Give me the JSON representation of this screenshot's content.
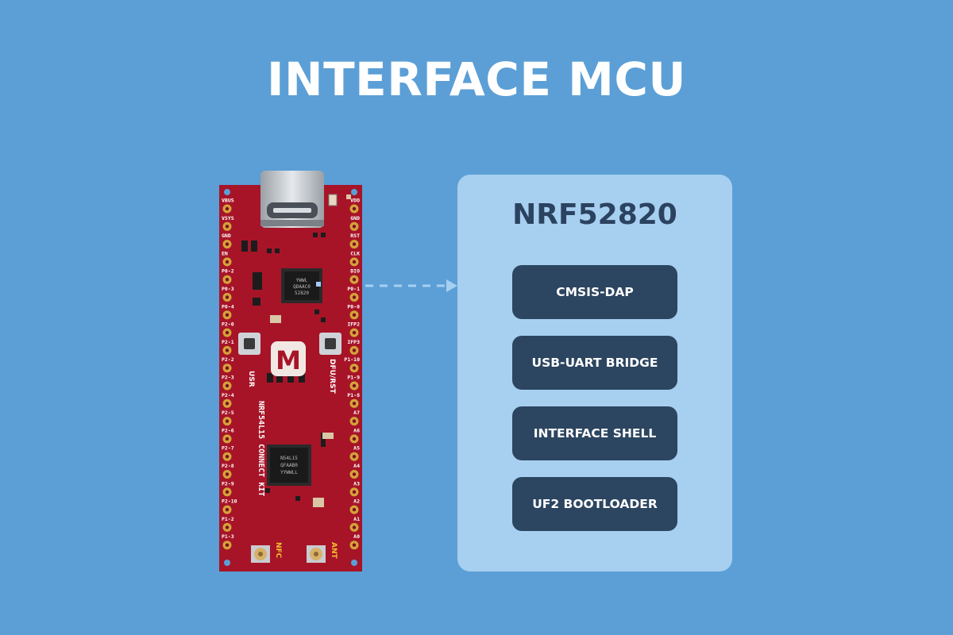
{
  "title": "INTERFACE MCU",
  "board": {
    "left_pins": [
      "VBUS",
      "VSYS",
      "GND",
      "EN",
      "P0-2",
      "P0-3",
      "P0-4",
      "P2-0",
      "P2-1",
      "P2-2",
      "P2-3",
      "P2-4",
      "P2-5",
      "P2-6",
      "P2-7",
      "P2-8",
      "P2-9",
      "P2-10",
      "P1-2",
      "P1-3"
    ],
    "right_pins": [
      "VDD",
      "GND",
      "RST",
      "CLK",
      "DIO",
      "P0-1",
      "P0-0",
      "IFP2",
      "IFP3",
      "P1-10",
      "P1-9",
      "P1-8",
      "A7",
      "A6",
      "A5",
      "A4",
      "A3",
      "A2",
      "A1",
      "A0"
    ],
    "usr_label": "USR",
    "dfu_label": "DFU/RST",
    "kit_label": "NRF54L15 CONNECT KIT",
    "nfc_label": "NFC",
    "ant_label": "ANT",
    "chip1_text": [
      "YWWL",
      "QDAAC0",
      "52820"
    ],
    "chip2_text": [
      "N54L15",
      "QFAAB0",
      "YYWWLL"
    ],
    "logo_letter": "M",
    "colors": {
      "pcb": "#a71428",
      "pad": "#d5a23a",
      "silk": "#ffffff"
    }
  },
  "panel": {
    "chip_name": "NRF52820",
    "features": [
      "CMSIS-DAP",
      "USB-UART BRIDGE",
      "INTERFACE SHELL",
      "UF2 BOOTLOADER"
    ]
  },
  "colors": {
    "background": "#5b9fd6",
    "panel": "#a7cff0",
    "feature_box": "#2c4560",
    "chip_name": "#2b4360"
  }
}
